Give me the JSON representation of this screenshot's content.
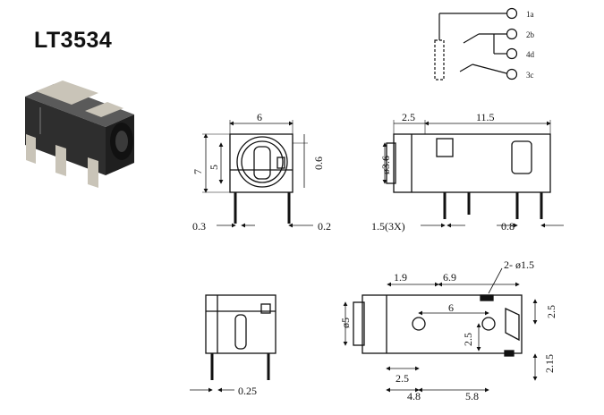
{
  "title": "LT3534",
  "colors": {
    "ink": "#111111",
    "body": "#2a2a2a",
    "metal": "#c9c4b8",
    "background": "#ffffff"
  },
  "schematic": {
    "pins": [
      "1a",
      "2b",
      "4d",
      "3c"
    ]
  },
  "front_view": {
    "width": "6",
    "height": "7",
    "inner": "5",
    "offset": "0.6",
    "pin_left": "0.3",
    "pin_right": "0.2"
  },
  "side_view": {
    "length": "11.5",
    "lead": "2.5",
    "diameter": "ø3.6",
    "pitch": "1.5(3X)",
    "pin_width": "0.8"
  },
  "end_view": {
    "pin_gap": "0.25"
  },
  "bottom_view": {
    "d1": "1.9",
    "d2": "6.9",
    "holes": "2- ø1.5",
    "d3": "6",
    "d4": "2.5",
    "diameter": "ø5",
    "d5": "2.5",
    "d6": "4.8",
    "d7": "5.8",
    "d8": "2.5",
    "d9": "2.15"
  }
}
